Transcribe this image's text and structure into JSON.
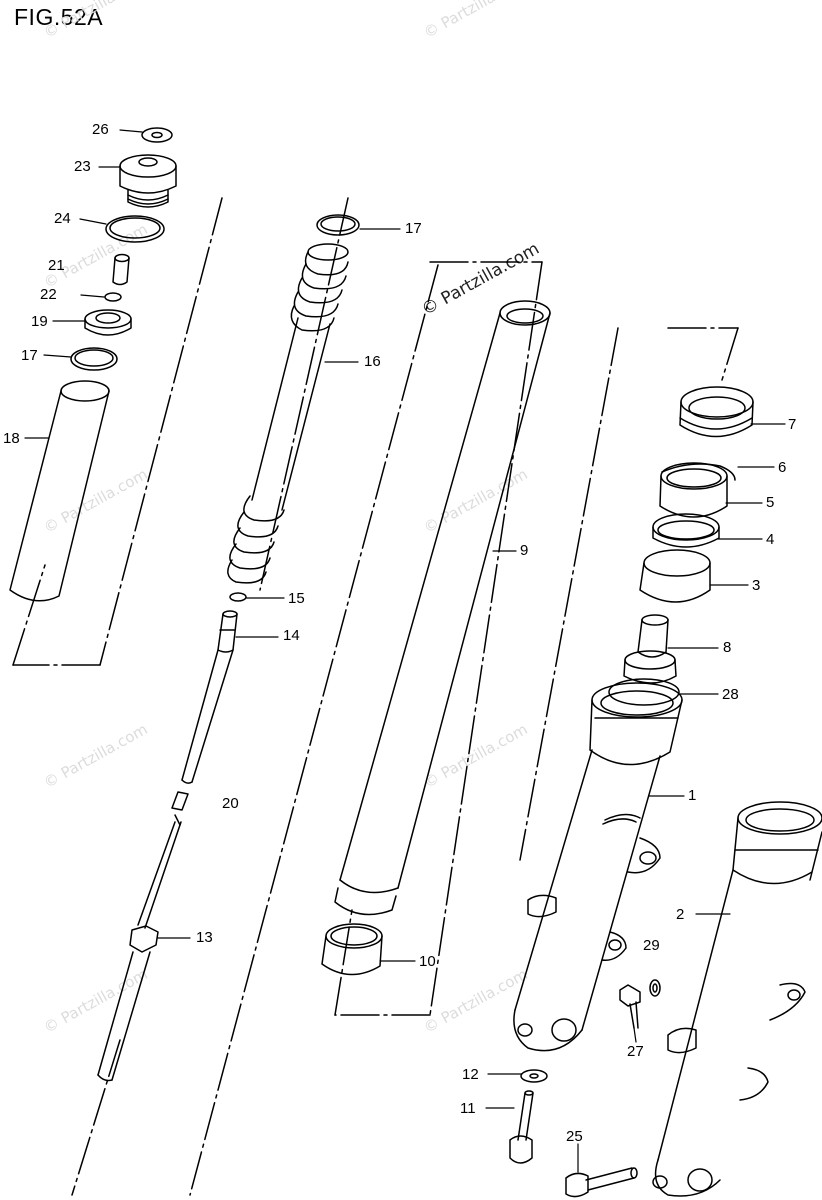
{
  "title": "FIG.52A",
  "watermark": {
    "main": "© Partzilla.com",
    "faint": "© Partzilla.com"
  },
  "callouts": {
    "p26": "26",
    "p23": "23",
    "p24": "24",
    "p21": "21",
    "p22": "22",
    "p19": "19",
    "p17a": "17",
    "p18": "18",
    "p17b": "17",
    "p16": "16",
    "p15": "15",
    "p14": "14",
    "p20": "20",
    "p13": "13",
    "p9": "9",
    "p10": "10",
    "p7": "7",
    "p6": "6",
    "p5": "5",
    "p4": "4",
    "p3": "3",
    "p8": "8",
    "p28": "28",
    "p1": "1",
    "p2": "2",
    "p29": "29",
    "p27": "27",
    "p12": "12",
    "p11": "11",
    "p25": "25"
  }
}
